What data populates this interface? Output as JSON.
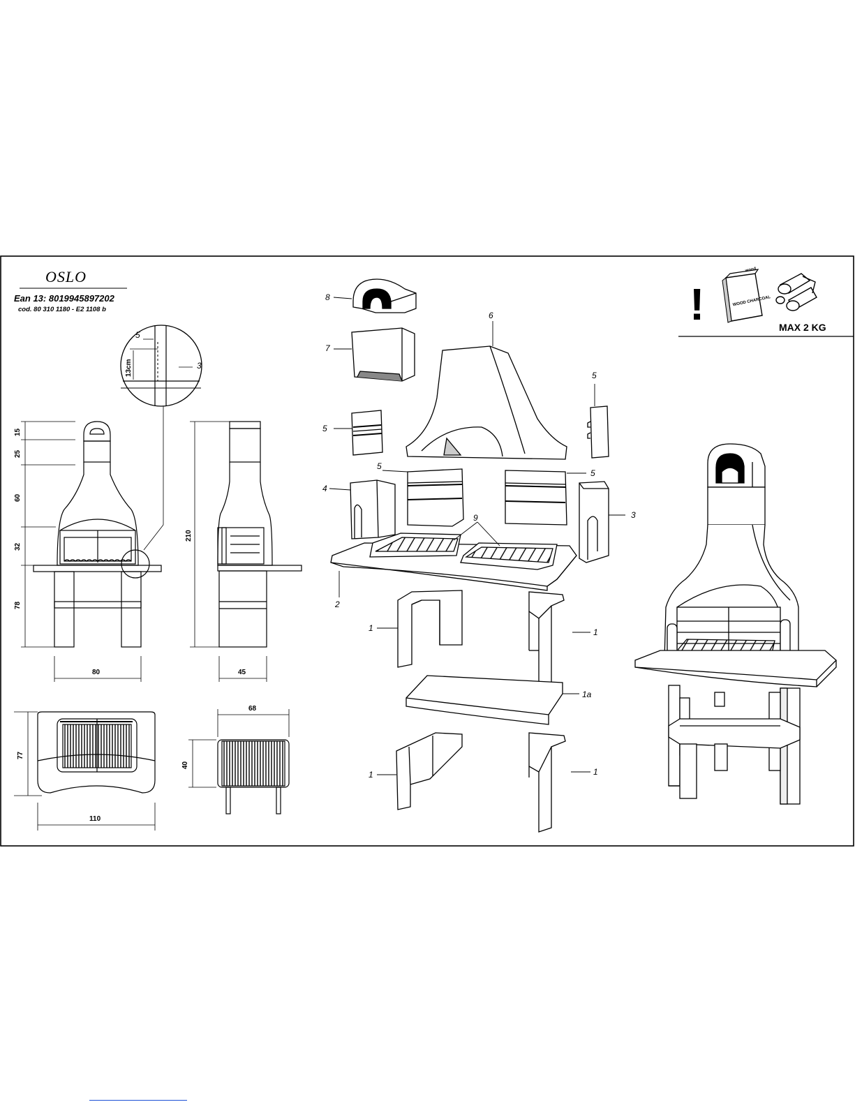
{
  "document": {
    "title": "OSLO",
    "ean": "Ean 13: 8019945897202",
    "code": "cod. 80 310 1180 - E2 1108 b"
  },
  "warning": {
    "symbol": "!",
    "bag_text": "WOOD CHARCOAL",
    "bag_top_text": "wood",
    "max_load": "MAX 2 KG"
  },
  "front_view": {
    "dims": [
      "15",
      "25",
      "60",
      "32",
      "78"
    ],
    "width": "80"
  },
  "side_view": {
    "height": "210",
    "depth": "45"
  },
  "detail": {
    "labels": [
      "5",
      "3"
    ],
    "spacing": "13cm"
  },
  "top_view": {
    "width": "110",
    "depth": "77"
  },
  "grill_view": {
    "width": "68",
    "depth": "40"
  },
  "parts": {
    "labels": [
      "8",
      "7",
      "6",
      "5",
      "5",
      "5",
      "5",
      "4",
      "3",
      "9",
      "2",
      "1",
      "1",
      "1a",
      "1",
      "1"
    ]
  }
}
